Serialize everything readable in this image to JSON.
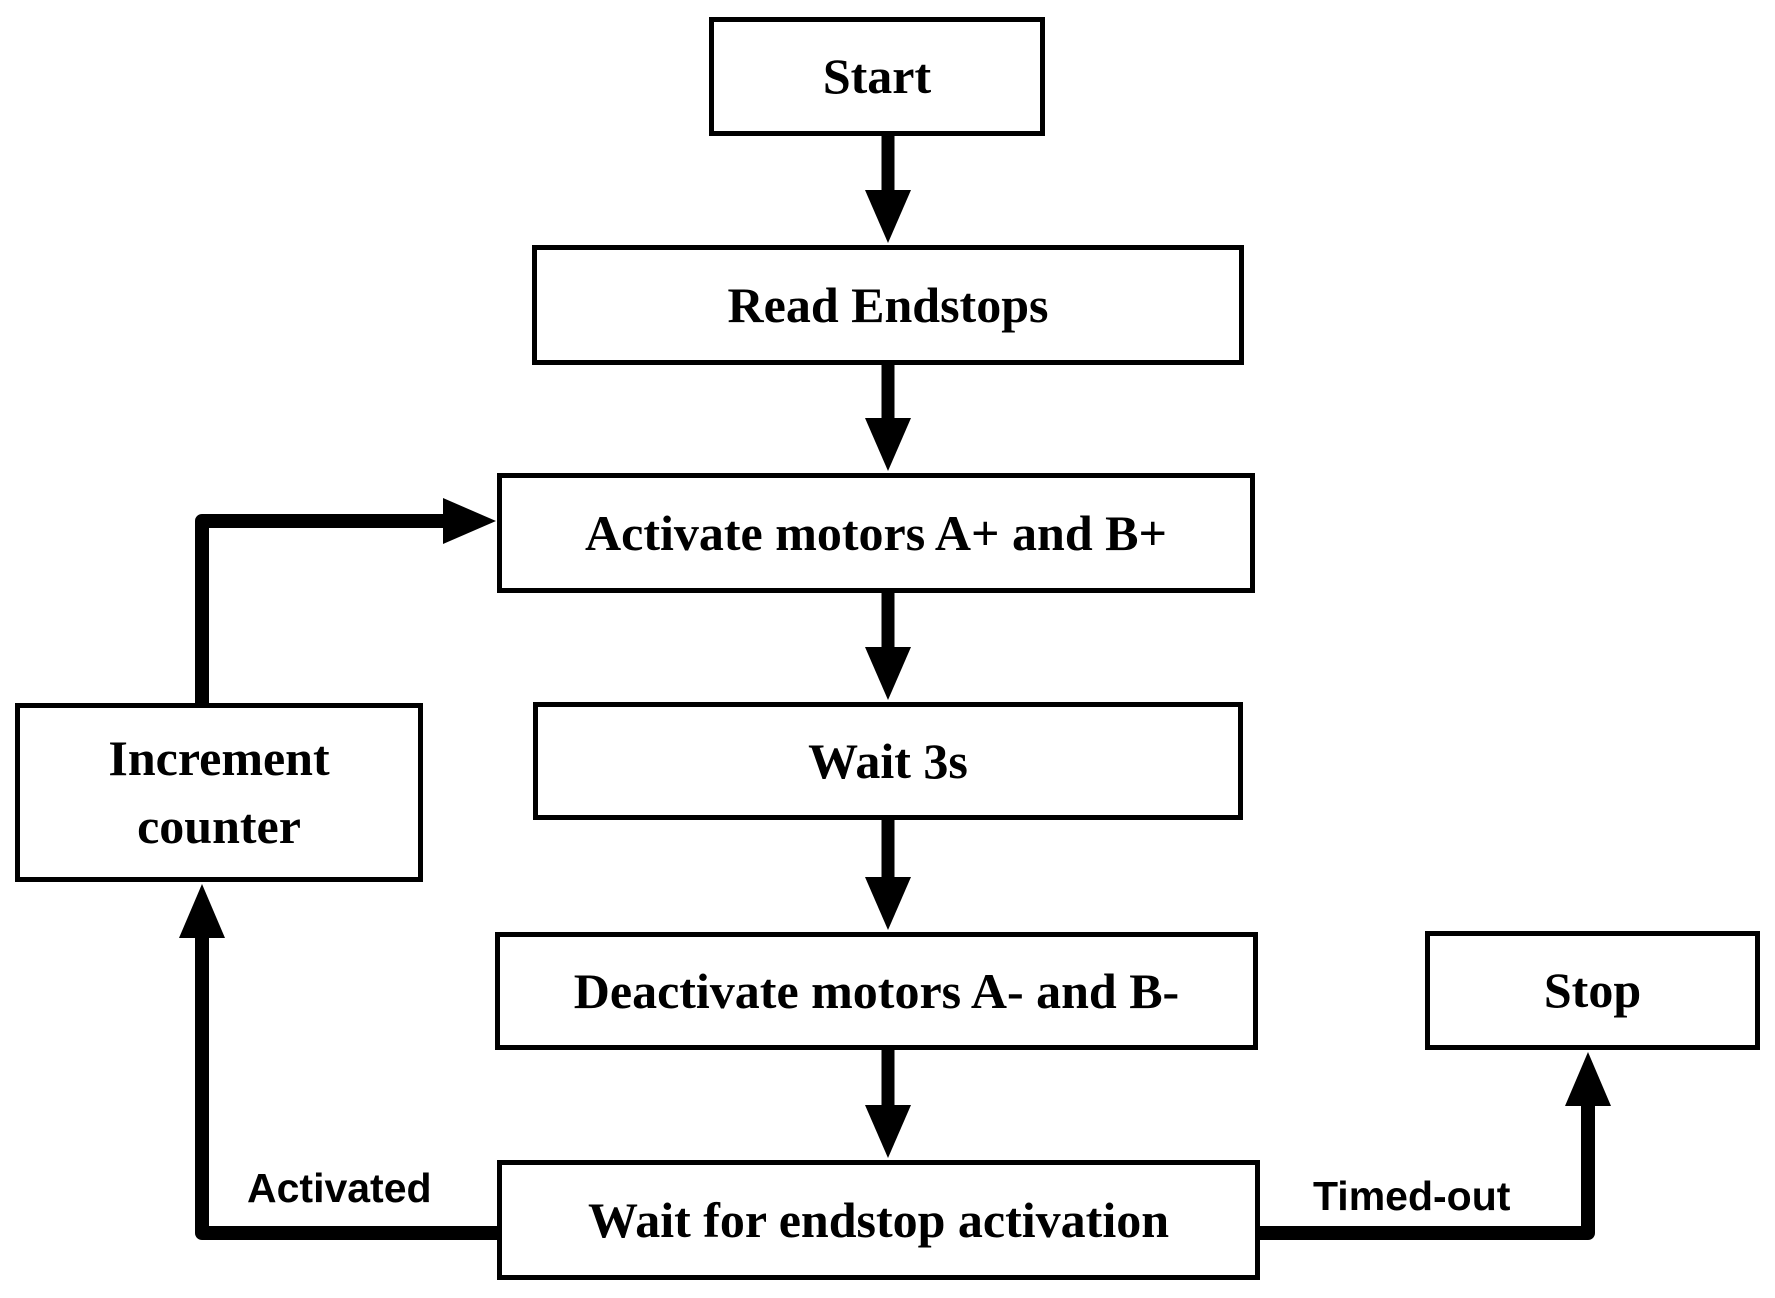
{
  "diagram": {
    "type": "flowchart",
    "background_color": "#ffffff",
    "line_color": "#000000",
    "node_fill_color": "#ffffff",
    "nodes": {
      "start": {
        "label": "Start"
      },
      "read_endstops": {
        "label": "Read Endstops"
      },
      "activate_motors": {
        "label": "Activate motors A+ and B+"
      },
      "wait_3s": {
        "label": "Wait 3s"
      },
      "deactivate_motors": {
        "label": "Deactivate motors A- and B-"
      },
      "wait_endstop": {
        "label": "Wait for endstop activation"
      },
      "increment_counter": {
        "label": "Increment counter"
      },
      "stop": {
        "label": "Stop"
      }
    },
    "edge_labels": {
      "activated": "Activated",
      "timed_out": "Timed-out"
    },
    "connections": [
      {
        "from": "Start",
        "to": "Read Endstops",
        "label": ""
      },
      {
        "from": "Read Endstops",
        "to": "Activate motors A+ and B+",
        "label": ""
      },
      {
        "from": "Activate motors A+ and B+",
        "to": "Wait 3s",
        "label": ""
      },
      {
        "from": "Wait 3s",
        "to": "Deactivate motors A- and B-",
        "label": ""
      },
      {
        "from": "Deactivate motors A- and B-",
        "to": "Wait for endstop activation",
        "label": ""
      },
      {
        "from": "Wait for endstop activation",
        "to": "Increment counter",
        "label": "Activated"
      },
      {
        "from": "Increment counter",
        "to": "Activate motors A+ and B+",
        "label": ""
      },
      {
        "from": "Wait for endstop activation",
        "to": "Stop",
        "label": "Timed-out"
      }
    ]
  }
}
